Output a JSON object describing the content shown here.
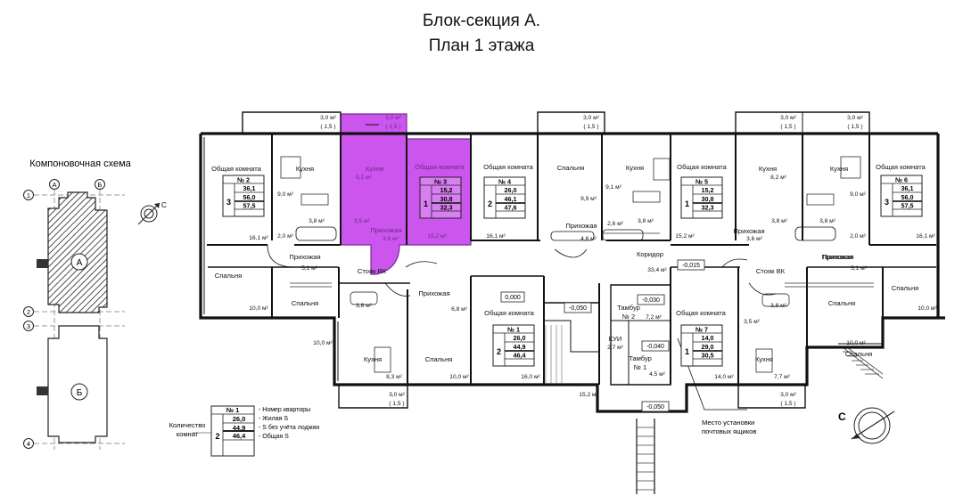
{
  "title": "Блок-секция А.",
  "subtitle": "План 1 этажа",
  "scheme": {
    "label": "Компоновочная схема",
    "axes_top": [
      "А",
      "Б"
    ],
    "axes_side": [
      "1",
      "2",
      "3",
      "4"
    ],
    "blocks": [
      "А",
      "Б"
    ]
  },
  "compass_letter": "С",
  "legend": {
    "count_label_1": "Количество",
    "count_label_2": "комнат",
    "rooms": "2",
    "number": "№ 1",
    "living": "26,0",
    "no_loggia": "44,9",
    "total": "46,4",
    "desc": [
      "- Номер квартиры",
      "- Жилая S",
      "- S без учёта лоджии",
      "- Общая S"
    ]
  },
  "apartments": [
    {
      "id": "2",
      "number": "№ 2",
      "rooms": "3",
      "living": "36,1",
      "no_loggia": "56,0",
      "total": "57,5"
    },
    {
      "id": "3",
      "number": "№ 3",
      "rooms": "1",
      "living": "15,2",
      "no_loggia": "30,8",
      "total": "32,3",
      "highlighted": true,
      "highlight_color": "#cc55ee"
    },
    {
      "id": "4",
      "number": "№ 4",
      "rooms": "2",
      "living": "26,0",
      "no_loggia": "46,1",
      "total": "47,6"
    },
    {
      "id": "5",
      "number": "№ 5",
      "rooms": "1",
      "living": "15,2",
      "no_loggia": "30,8",
      "total": "32,3"
    },
    {
      "id": "6",
      "number": "№ 6",
      "rooms": "3",
      "living": "36,1",
      "no_loggia": "56,0",
      "total": "57,5"
    },
    {
      "id": "1",
      "number": "№ 1",
      "rooms": "2",
      "living": "26,0",
      "no_loggia": "44,9",
      "total": "46,4"
    },
    {
      "id": "7",
      "number": "№ 7",
      "rooms": "1",
      "living": "14,0",
      "no_loggia": "29,0",
      "total": "30,5"
    }
  ],
  "rooms": [
    {
      "id": "r1",
      "text": "Общая комната"
    },
    {
      "id": "r2",
      "text": "Кухня"
    },
    {
      "id": "r3",
      "text": "Кухня"
    },
    {
      "id": "r4",
      "text": "Общая комната"
    },
    {
      "id": "r5",
      "text": "Общая комната"
    },
    {
      "id": "r6",
      "text": "Спальня"
    },
    {
      "id": "r7",
      "text": "Кухня"
    },
    {
      "id": "r8",
      "text": "Общая комната"
    },
    {
      "id": "r9",
      "text": "Кухня"
    },
    {
      "id": "r10",
      "text": "Кухня"
    },
    {
      "id": "r11",
      "text": "Общая комната"
    },
    {
      "id": "r12",
      "text": "Спальня"
    },
    {
      "id": "r13",
      "text": "Прихожая"
    },
    {
      "id": "r14",
      "text": "Стояк ВК"
    },
    {
      "id": "r15",
      "text": "Спальня"
    },
    {
      "id": "r16",
      "text": "Прихожая"
    },
    {
      "id": "r17",
      "text": "Кухня"
    },
    {
      "id": "r18",
      "text": "Спальня"
    },
    {
      "id": "r19",
      "text": "Общая комната"
    },
    {
      "id": "r20",
      "text": "Прихожая"
    },
    {
      "id": "r21",
      "text": "Коридор"
    },
    {
      "id": "r22",
      "text": "Стояк ВК"
    },
    {
      "id": "r23",
      "text": "Прихожая"
    },
    {
      "id": "r24",
      "text": "Спальня"
    },
    {
      "id": "r25",
      "text": "Прихожая"
    },
    {
      "id": "r26",
      "text": "Общая комната"
    },
    {
      "id": "r27",
      "text": "Кухня"
    },
    {
      "id": "r28",
      "text": "Спальня"
    },
    {
      "id": "r29",
      "text": "Спальня"
    },
    {
      "id": "r30",
      "text": "Тамбур"
    },
    {
      "id": "r31",
      "text": "№ 2"
    },
    {
      "id": "r32",
      "text": "КУИ"
    },
    {
      "id": "r33",
      "text": "Тамбур"
    },
    {
      "id": "r34",
      "text": "№ 1"
    },
    {
      "id": "r35",
      "text": "Прихожая"
    },
    {
      "id": "r36",
      "text": "Прихожая"
    }
  ],
  "areas": [
    {
      "id": "a1",
      "text": "3,0 м²"
    },
    {
      "id": "a2",
      "text": "( 1,5 )"
    },
    {
      "id": "a3",
      "text": "3,0 м²"
    },
    {
      "id": "a4",
      "text": "( 1,5 )"
    },
    {
      "id": "a5",
      "text": "3,0 м²"
    },
    {
      "id": "a6",
      "text": "( 1,5 )"
    },
    {
      "id": "a7",
      "text": "3,0 м²"
    },
    {
      "id": "a8",
      "text": "( 1,5 )"
    },
    {
      "id": "a9",
      "text": "3,0 м²"
    },
    {
      "id": "a10",
      "text": "( 1,5 )"
    },
    {
      "id": "a11",
      "text": "9,0 м²"
    },
    {
      "id": "a12",
      "text": "3,8 м²"
    },
    {
      "id": "a13",
      "text": "2,0 м²"
    },
    {
      "id": "a14",
      "text": "16,1 м²"
    },
    {
      "id": "a15",
      "text": "5,2 м²"
    },
    {
      "id": "a16",
      "text": "3,5 м²"
    },
    {
      "id": "a17",
      "text": "3,6 м²"
    },
    {
      "id": "a18",
      "text": "15,2 м²"
    },
    {
      "id": "a19",
      "text": "16,1 м²"
    },
    {
      "id": "a20",
      "text": "9,9 м²"
    },
    {
      "id": "a21",
      "text": "9,1 м²"
    },
    {
      "id": "a22",
      "text": "2,6 м²"
    },
    {
      "id": "a23",
      "text": "3,8 м²"
    },
    {
      "id": "a24",
      "text": "4,6 м²"
    },
    {
      "id": "a25",
      "text": "15,2 м²"
    },
    {
      "id": "a26",
      "text": "8,2 м²"
    },
    {
      "id": "a27",
      "text": "3,8 м²"
    },
    {
      "id": "a28",
      "text": "3,6 м²"
    },
    {
      "id": "a29",
      "text": "3,8 м²"
    },
    {
      "id": "a30",
      "text": "9,0 м²"
    },
    {
      "id": "a31",
      "text": "2,0 м²"
    },
    {
      "id": "a32",
      "text": "16,1 м²"
    },
    {
      "id": "a33",
      "text": "5,1 м²"
    },
    {
      "id": "a34",
      "text": "10,0 м²"
    },
    {
      "id": "a35",
      "text": "3,8 м²"
    },
    {
      "id": "a36",
      "text": "10,0 м²"
    },
    {
      "id": "a37",
      "text": "6,8 м²"
    },
    {
      "id": "a38",
      "text": "8,3 м²"
    },
    {
      "id": "a39",
      "text": "10,0 м²"
    },
    {
      "id": "a40",
      "text": "16,0 м²"
    },
    {
      "id": "a41",
      "text": "15,2 м²"
    },
    {
      "id": "a42",
      "text": "33,4 м²"
    },
    {
      "id": "a43",
      "text": "7,2 м²"
    },
    {
      "id": "a44",
      "text": "2,7 м²"
    },
    {
      "id": "a45",
      "text": "4,5 м²"
    },
    {
      "id": "a46",
      "text": "14,0 м²"
    },
    {
      "id": "a47",
      "text": "3,5 м²"
    },
    {
      "id": "a48",
      "text": "3,8 м²"
    },
    {
      "id": "a49",
      "text": "7,7 м²"
    },
    {
      "id": "a50",
      "text": "5,1 м²"
    },
    {
      "id": "a51",
      "text": "10,0 м²"
    },
    {
      "id": "a52",
      "text": "10,0 м²"
    },
    {
      "id": "a53",
      "text": "3,0 м²"
    },
    {
      "id": "a54",
      "text": "( 1,5 )"
    },
    {
      "id": "a55",
      "text": "3,0 м²"
    },
    {
      "id": "a56",
      "text": "( 1,5 )"
    }
  ],
  "levels": [
    {
      "id": "l1",
      "text": "0,000"
    },
    {
      "id": "l2",
      "text": "-0,050"
    },
    {
      "id": "l3",
      "text": "-0,015"
    },
    {
      "id": "l4",
      "text": "-0,030"
    },
    {
      "id": "l5",
      "text": "-0,040"
    },
    {
      "id": "l6",
      "text": "-0,050"
    }
  ],
  "mailbox_note": [
    "Место установки",
    "почтовых ящиков"
  ]
}
